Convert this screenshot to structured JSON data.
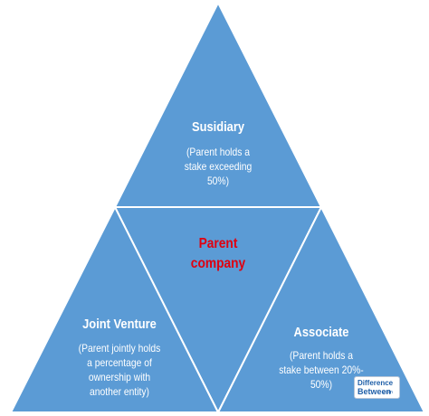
{
  "colors": {
    "triangle_fill": "#5b9bd5",
    "border": "#ffffff",
    "center_text": "#e0000f",
    "text": "#ffffff"
  },
  "diagram": {
    "top": {
      "title": "Susidiary",
      "desc_lines": [
        "(Parent holds a",
        "stake exceeding",
        "50%)"
      ]
    },
    "center": {
      "title_lines": [
        "Parent",
        "company"
      ]
    },
    "left": {
      "title": "Joint Venture",
      "desc_lines": [
        "(Parent jointly  holds",
        "a percentage of",
        "ownership with",
        "another entity)"
      ]
    },
    "right": {
      "title": "Associate",
      "desc_lines": [
        "(Parent holds a",
        "stake between 20%-",
        "50%)"
      ]
    }
  },
  "logo": {
    "line1": "Difference",
    "line2": "Between",
    "line3": ".com"
  }
}
